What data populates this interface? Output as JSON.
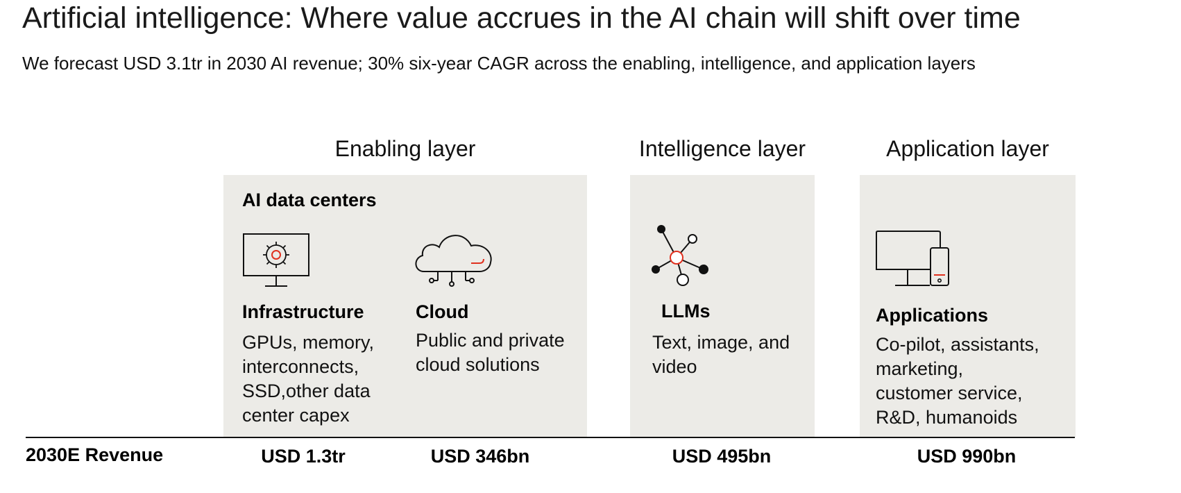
{
  "header": {
    "title": "Artificial intelligence: Where value accrues in the AI chain will shift over time",
    "subtitle": "We forecast USD 3.1tr in 2030 AI revenue; 30% six-year CAGR across the enabling, intelligence, and application layers"
  },
  "colors": {
    "panel": "#ecebe7",
    "accent": "#e0301e",
    "ink": "#111111"
  },
  "layers": {
    "enabling": {
      "label": "Enabling layer",
      "group_title": "AI data centers",
      "infrastructure": {
        "icon": "monitor-gear-icon",
        "title": "Infrastructure",
        "lines": [
          "GPUs, memory,",
          "interconnects,",
          "SSD,other data",
          "center capex"
        ]
      },
      "cloud": {
        "icon": "cloud-network-icon",
        "title": "Cloud",
        "lines": [
          "Public and private",
          "cloud solutions"
        ]
      }
    },
    "intelligence": {
      "label": "Intelligence layer",
      "llms": {
        "icon": "network-nodes-icon",
        "title": "LLMs",
        "lines": [
          "Text, image, and",
          "video"
        ]
      }
    },
    "application": {
      "label": "Application layer",
      "applications": {
        "icon": "devices-icon",
        "title": "Applications",
        "lines": [
          "Co-pilot, assistants,",
          "marketing,",
          "customer service,",
          "R&D, humanoids"
        ]
      }
    }
  },
  "revenue": {
    "label": "2030E Revenue",
    "infrastructure": "USD 1.3tr",
    "cloud": "USD 346bn",
    "llms": "USD 495bn",
    "applications": "USD 990bn"
  }
}
